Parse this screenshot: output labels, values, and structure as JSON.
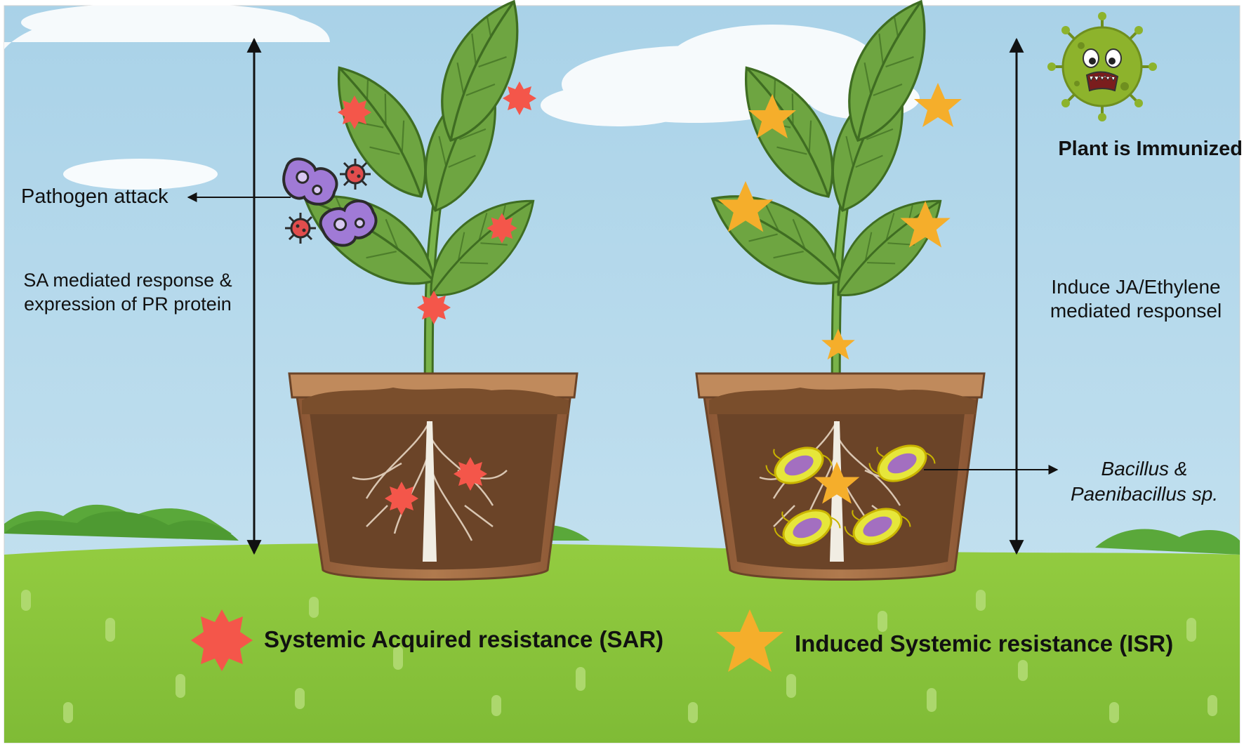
{
  "labels": {
    "pathogen_attack": "Pathogen attack",
    "sa_response": "SA mediated response & expression of PR protein",
    "plant_immunized": "Plant is Immunized",
    "ja_response": "Induce JA/Ethylene mediated responsel",
    "bacillus": "Bacillus & Paenibacillus sp."
  },
  "legend": {
    "sar": "Systemic Acquired resistance (SAR)",
    "isr": "Induced Systemic resistance (ISR)"
  },
  "colors": {
    "sky": "#b3d7ea",
    "grass": "#8cc63f",
    "bush": "#5aa83a",
    "leaf": "#6ea541",
    "pot": "#a8724a",
    "soil": "#6b4428",
    "sar_marker": "#f4564a",
    "isr_marker": "#f5ae2b",
    "pathogen": "#a07ad6",
    "bacteria": "#e6e63a",
    "virus": "#8db32c"
  }
}
